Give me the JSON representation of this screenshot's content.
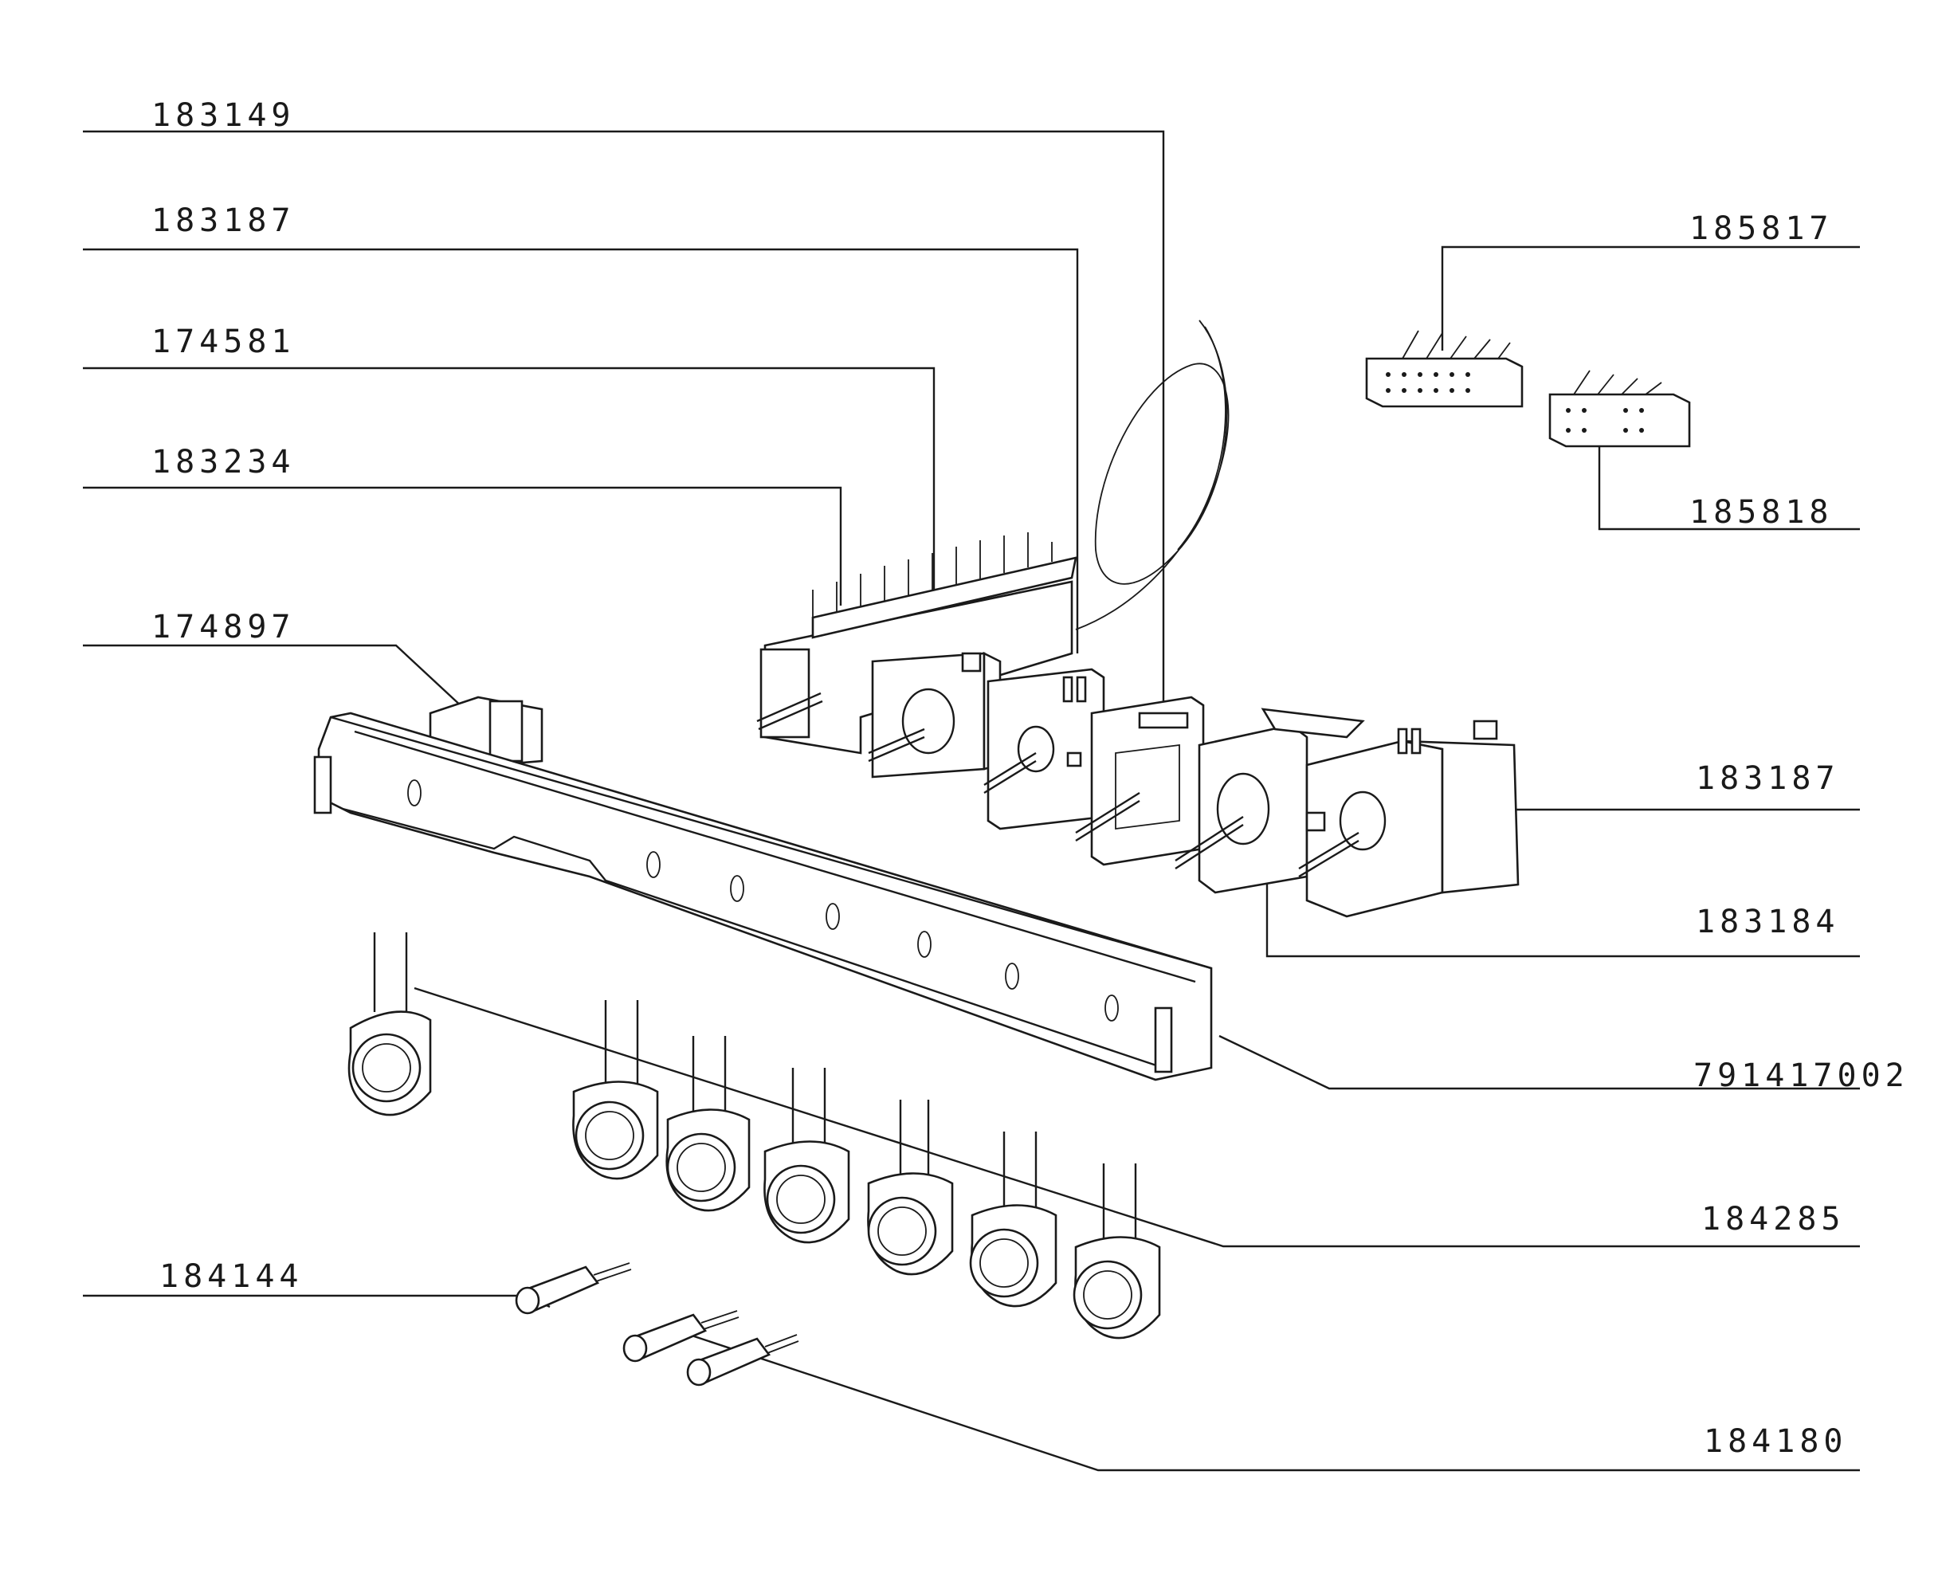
{
  "labels": {
    "p183149": "183149",
    "p183187_top": "183187",
    "p174581": "174581",
    "p183234": "183234",
    "p174897": "174897",
    "p185817": "185817",
    "p185818": "185818",
    "p183187_right": "183187",
    "p183184": "183184",
    "p791417002": "791417002",
    "p184285": "184285",
    "p184144": "184144",
    "p184180": "184180"
  }
}
